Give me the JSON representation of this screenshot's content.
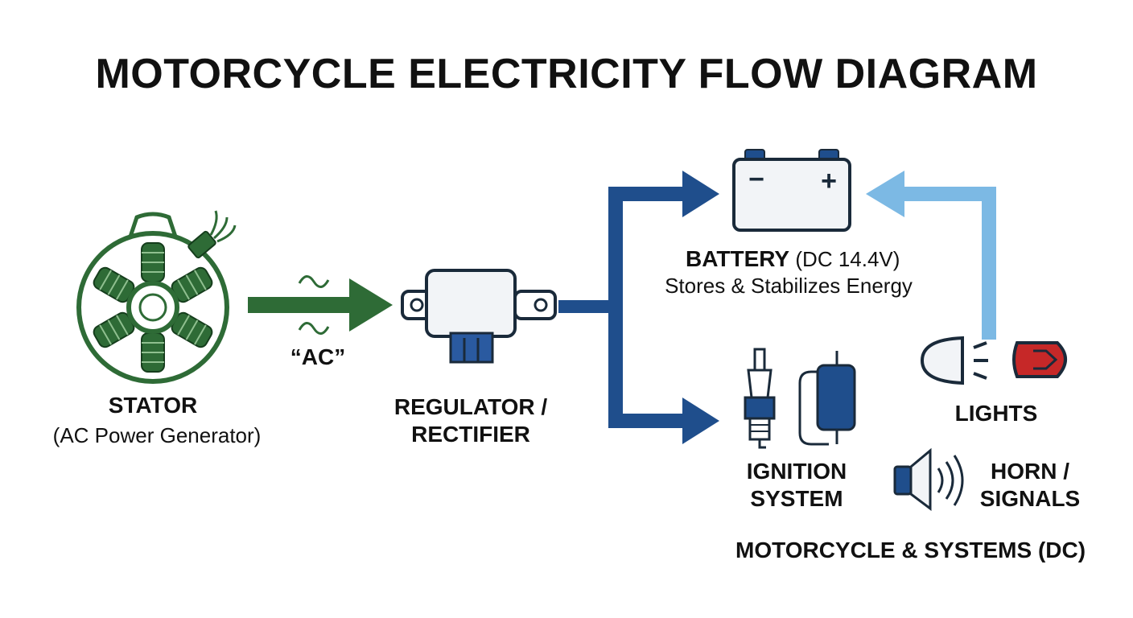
{
  "title": "MOTORCYCLE ELECTRICITY FLOW DIAGRAM",
  "stator": {
    "label": "STATOR",
    "sublabel": "(AC Power Generator)"
  },
  "ac_label": "“AC”",
  "regulator": {
    "line1": "REGULATOR /",
    "line2": "RECTIFIER"
  },
  "battery": {
    "label": "BATTERY",
    "voltage": "(DC 14.4V)",
    "description": "Stores & Stabilizes Energy",
    "minus": "−",
    "plus": "+"
  },
  "ignition": {
    "line1": "IGNITION",
    "line2": "SYSTEM"
  },
  "lights": {
    "label": "LIGHTS"
  },
  "horn": {
    "line1": "HORN /",
    "line2": "SIGNALS"
  },
  "systems_label": "MOTORCYCLE & SYSTEMS (DC)",
  "colors": {
    "ac_green": "#2e6b36",
    "dc_blue": "#1f4e8c",
    "light_blue": "#7cb9e4",
    "tail_red": "#c62828",
    "outline": "#1a2a3a"
  }
}
